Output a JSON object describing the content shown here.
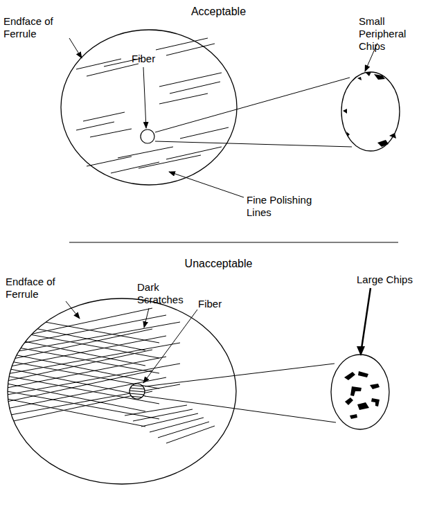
{
  "diagram": {
    "labels": [
      "Acceptable",
      "Endface of Ferrule",
      "Fiber",
      "Small Peripheral Chips",
      "Fine Polishing Lines",
      "Unacceptable",
      "Endface of Ferrule",
      "Dark Scratches",
      "Fiber",
      "Large Chips"
    ]
  }
}
